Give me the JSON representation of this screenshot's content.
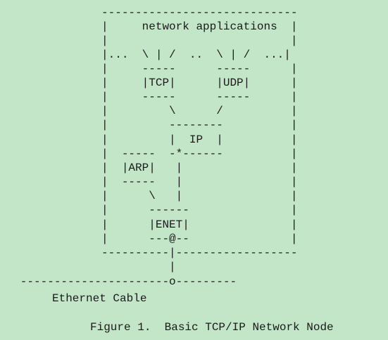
{
  "diagram": {
    "lines": [
      "               -----------------------------",
      "               |     network applications  |",
      "               |                           |",
      "               |...  \\ | /  ..  \\ | /  ...|",
      "               |     -----      -----      |",
      "               |     |TCP|      |UDP|      |",
      "               |     -----      -----      |",
      "               |         \\      /          |",
      "               |         --------          |",
      "               |         |  IP  |          |",
      "               |  -----  -*------          |",
      "               |  |ARP|   |                |",
      "               |  -----   |                |",
      "               |      \\   |                |",
      "               |      ------               |",
      "               |      |ENET|               |",
      "               |      ---@--               |",
      "               ----------|------------------",
      "                         |",
      "   ----------------------o---------"
    ],
    "cable_label": "Ethernet Cable",
    "figure_caption": "Figure 1.  Basic TCP/IP Network Node"
  }
}
